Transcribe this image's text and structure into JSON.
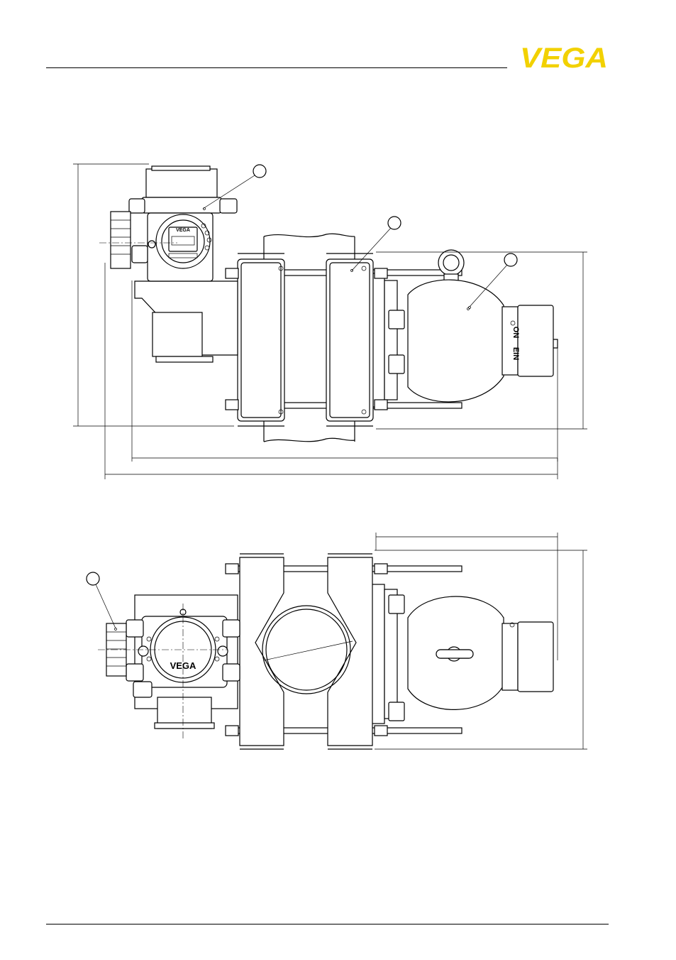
{
  "header": {
    "brand": "VEGA",
    "brand_color": "#f2d100"
  },
  "drawing": {
    "device_label": "VEGA",
    "switch_labels": [
      "EIN",
      "ON"
    ]
  }
}
